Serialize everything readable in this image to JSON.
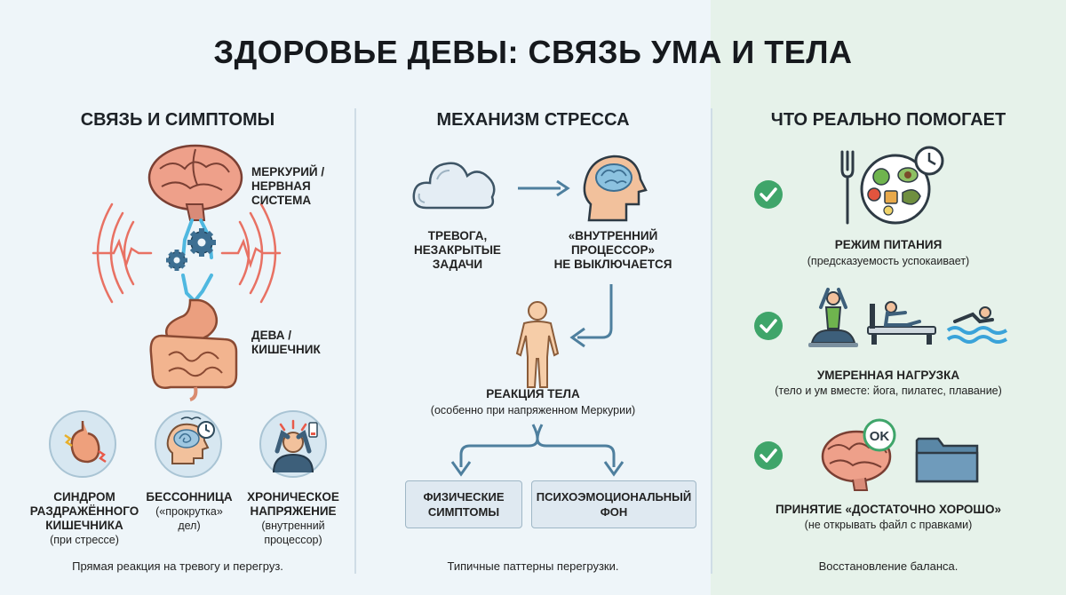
{
  "title": "ЗДОРОВЬЕ ДЕВЫ: СВЯЗЬ УМА И ТЕЛА",
  "colors": {
    "brain": "#e9957f",
    "gut": "#e8a07a",
    "alert": "#e85a4a",
    "nerve": "#4fb8e0",
    "gear": "#3d6f92",
    "check": "#3fa56a",
    "arrow": "#4e7f9e"
  },
  "col1": {
    "heading": "СВЯЗЬ И СИМПТОМЫ",
    "mercury_label": "МЕРКУРИЙ /\nНЕРВНАЯ\nСИСТЕМА",
    "virgo_label": "ДЕВА /\nКИШЕЧНИК",
    "symptoms": [
      {
        "title": "СИНДРОМ\nРАЗДРАЖЁННОГО\nКИШЕЧНИКА",
        "note": "(при стрессе)",
        "icon": "irritated-stomach-icon"
      },
      {
        "title": "БЕССОННИЦА",
        "note": "(«прокрутка»\nдел)",
        "icon": "sleepless-head-icon"
      },
      {
        "title": "ХРОНИЧЕСКОЕ\nНАПРЯЖЕНИЕ",
        "note": "(внутренний\nпроцессор)",
        "icon": "stressed-person-icon"
      }
    ],
    "footer": "Прямая реакция на тревогу и перегруз."
  },
  "col2": {
    "heading": "МЕХАНИЗМ СТРЕССА",
    "cloud_label": "ТРЕВОГА,\nНЕЗАКРЫТЫЕ\nЗАДАЧИ",
    "processor_label": "«ВНУТРЕННИЙ\nПРОЦЕССОР»\nНЕ ВЫКЛЮЧАЕТСЯ",
    "body_label": "РЕАКЦИЯ ТЕЛА",
    "body_note": "(особенно при напряженном Меркурии)",
    "box_physical": "ФИЗИЧЕСКИЕ\nСИМПТОМЫ",
    "box_emotional": "ПСИХОЭМОЦИОНАЛЬНЫЙ\nФОН",
    "footer": "Типичные паттерны перегрузки."
  },
  "col3": {
    "heading": "ЧТО РЕАЛЬНО ПОМОГАЕТ",
    "items": [
      {
        "title": "РЕЖИМ ПИТАНИЯ",
        "note": "(предсказуемость успокаивает)"
      },
      {
        "title": "УМЕРЕННАЯ НАГРУЗКА",
        "note": "(тело и ум вместе: йога, пилатес, плавание)"
      },
      {
        "title": "ПРИНЯТИЕ «ДОСТАТОЧНО ХОРОШО»",
        "note": "(не открывать файл с правками)"
      }
    ],
    "ok_badge": "OK",
    "footer": "Восстановление баланса."
  }
}
